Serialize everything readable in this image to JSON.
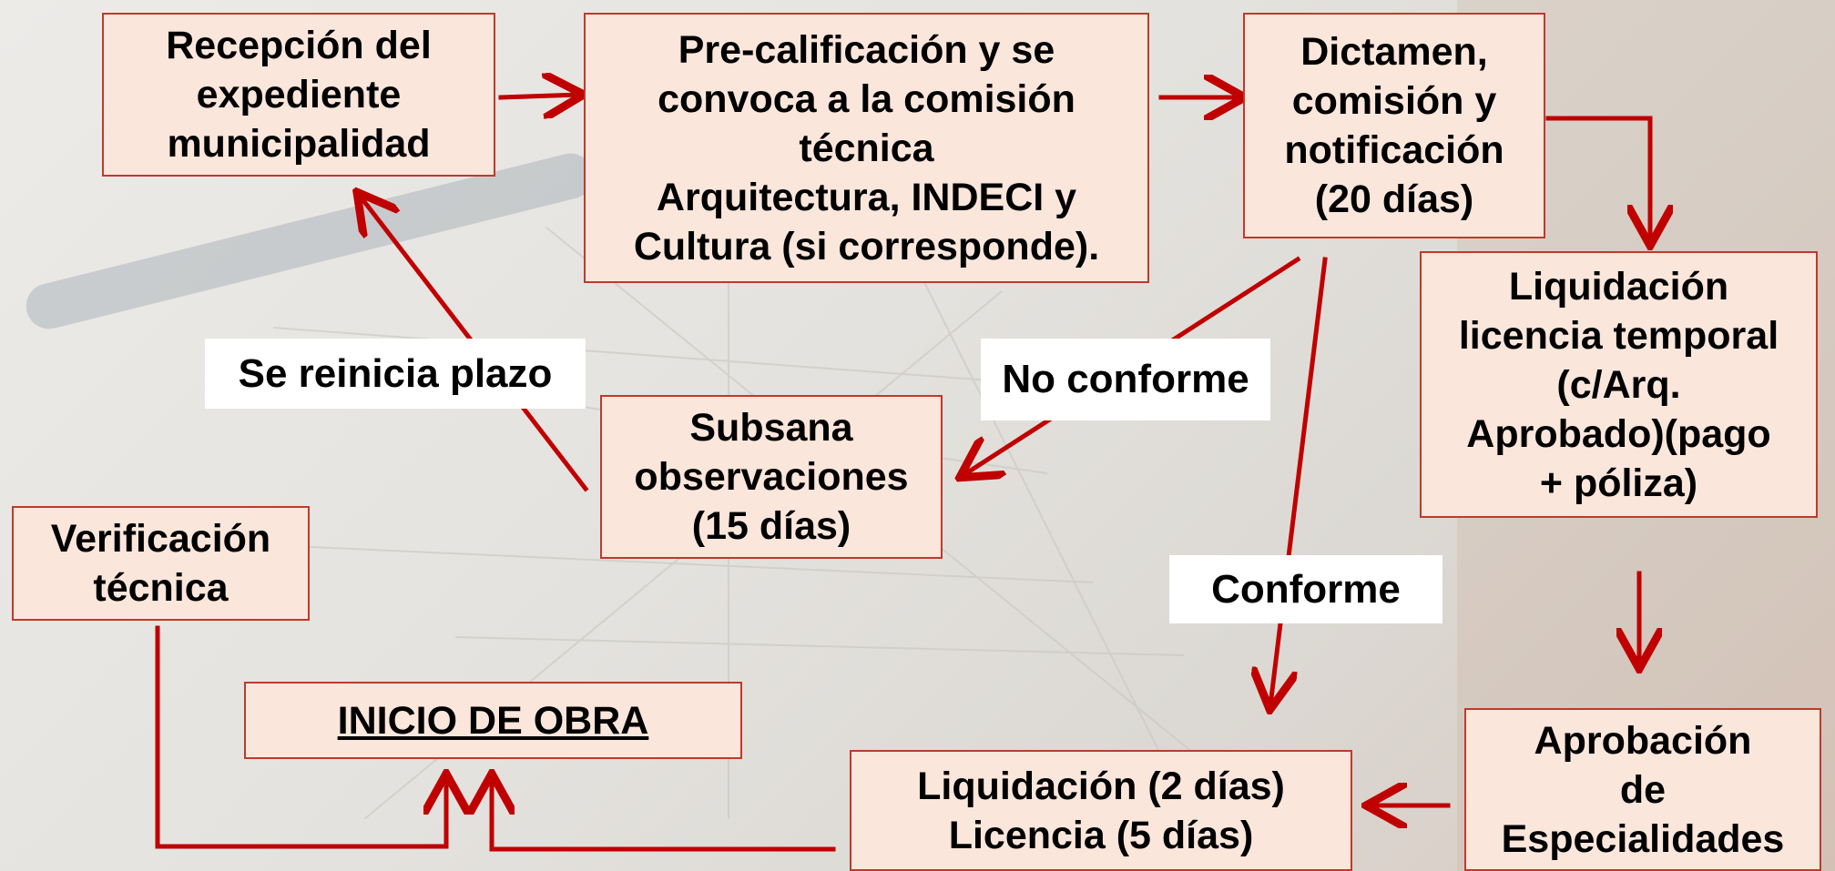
{
  "colors": {
    "box_fill": "#fbe6dc",
    "box_border": "#c0392b",
    "arrow": "#c00000",
    "label_bg": "#ffffff",
    "text": "#000000"
  },
  "nodes": {
    "recepcion": [
      "Recepción del",
      "expediente",
      "municipalidad"
    ],
    "precalificacion": [
      "Pre-calificación y se",
      "convoca a la comisión",
      "técnica",
      "Arquitectura, INDECI y",
      "Cultura (si corresponde)."
    ],
    "dictamen": [
      "Dictamen,",
      "comisión y",
      "notificación",
      "(20 días)"
    ],
    "liquidacion_temporal": [
      "Liquidación",
      "licencia temporal",
      "(c/Arq.",
      "Aprobado)(pago",
      "+ póliza)"
    ],
    "subsana": [
      "Subsana",
      "observaciones",
      "(15 días)"
    ],
    "verificacion": [
      "Verificación",
      "técnica"
    ],
    "inicio_obra": "INICIO DE OBRA",
    "liquidacion_licencia": [
      "Liquidación (2 días)",
      "Licencia (5 días)"
    ],
    "aprobacion": [
      "Aprobación",
      "de",
      "Especialidades"
    ]
  },
  "labels": {
    "se_reinicia": "Se reinicia plazo",
    "no_conforme": "No conforme",
    "conforme": "Conforme"
  }
}
